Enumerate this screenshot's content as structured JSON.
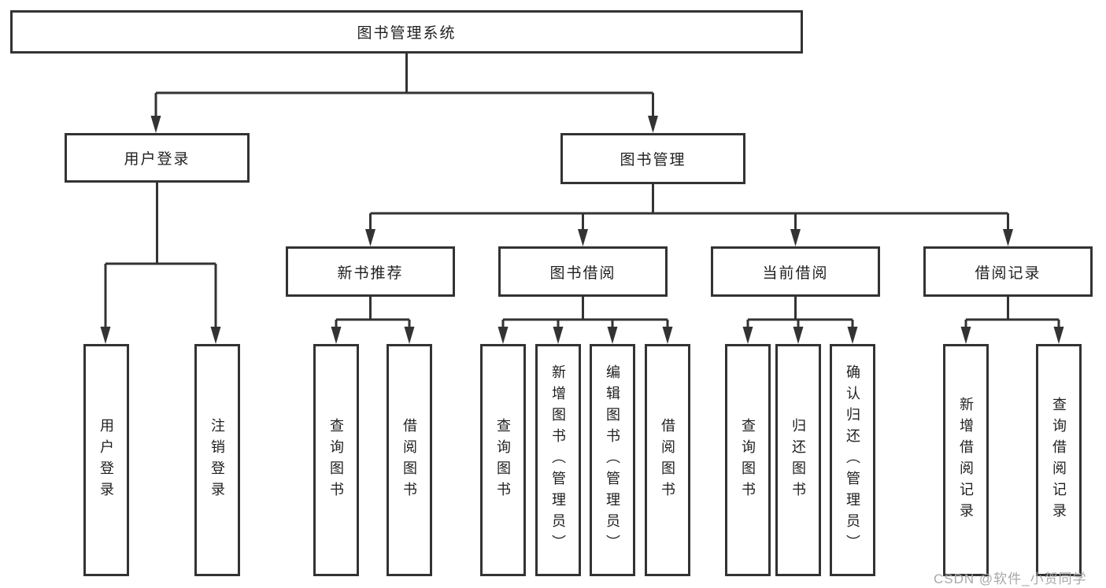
{
  "colors": {
    "line": "#333333",
    "text": "#1f1f1f",
    "watermark": "#a8a8a8",
    "box_background": "#ffffff"
  },
  "watermark": "CSDN @软件_小贺同学",
  "tree": {
    "root": {
      "label": "图书管理系统"
    },
    "branches": [
      {
        "label": "用户登录",
        "children": [
          {
            "label": "用户登录"
          },
          {
            "label": "注销登录"
          }
        ]
      },
      {
        "label": "图书管理",
        "children": [
          {
            "label": "新书推荐",
            "children": [
              {
                "label": "查询图书"
              },
              {
                "label": "借阅图书"
              }
            ]
          },
          {
            "label": "图书借阅",
            "children": [
              {
                "label": "查询图书"
              },
              {
                "label": "新增图书（管理员）"
              },
              {
                "label": "编辑图书（管理员）"
              },
              {
                "label": "借阅图书"
              }
            ]
          },
          {
            "label": "当前借阅",
            "children": [
              {
                "label": "查询图书"
              },
              {
                "label": "归还图书"
              },
              {
                "label": "确认归还（管理员）"
              }
            ]
          },
          {
            "label": "借阅记录",
            "children": [
              {
                "label": "新增借阅记录"
              },
              {
                "label": "查询借阅记录"
              }
            ]
          }
        ]
      }
    ]
  }
}
